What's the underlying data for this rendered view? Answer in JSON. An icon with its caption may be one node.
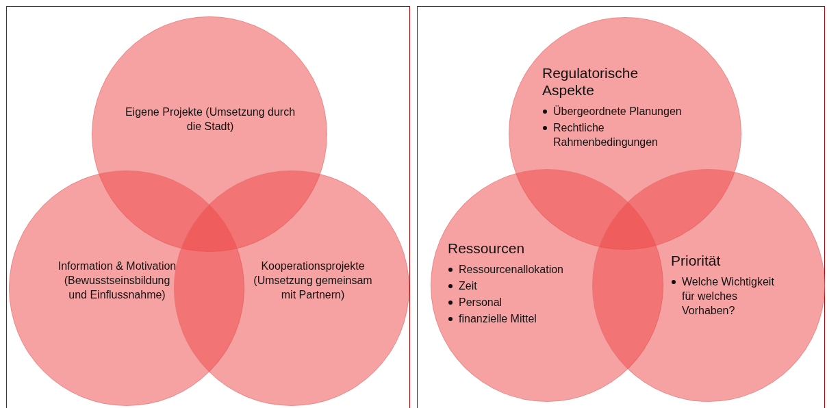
{
  "diagram": {
    "nodes": [
      {
        "text": [],
        "shape": "box"
      },
      {
        "text": [
          "Eigene Projekte (Umsetzung durch die Stadt)"
        ],
        "in": 0
      },
      {
        "text": [
          "Information & Motivation (Bewusstseinsbildung und Einflussnahme)"
        ],
        "in": 0
      },
      {
        "text": [
          "Kooperationsprojekte (Umsetzung gemeinsam mit Partnern)"
        ],
        "in": 0
      },
      {
        "text": [],
        "shape": "box"
      },
      {
        "text": [
          "Regulatorische Aspekte",
          "Übergeordnete Planungen",
          "Rechtliche Rahmenbedingungen"
        ],
        "in": 4
      },
      {
        "text": [
          "Ressourcen",
          "Ressourcenallokation",
          "Zeit",
          "Personal",
          "finanzielle Mittel"
        ],
        "in": 4
      },
      {
        "text": [
          "Priorität",
          "Welche Wichtigkeit für welches Vorhaben?"
        ],
        "in": 4
      }
    ],
    "edges": []
  }
}
